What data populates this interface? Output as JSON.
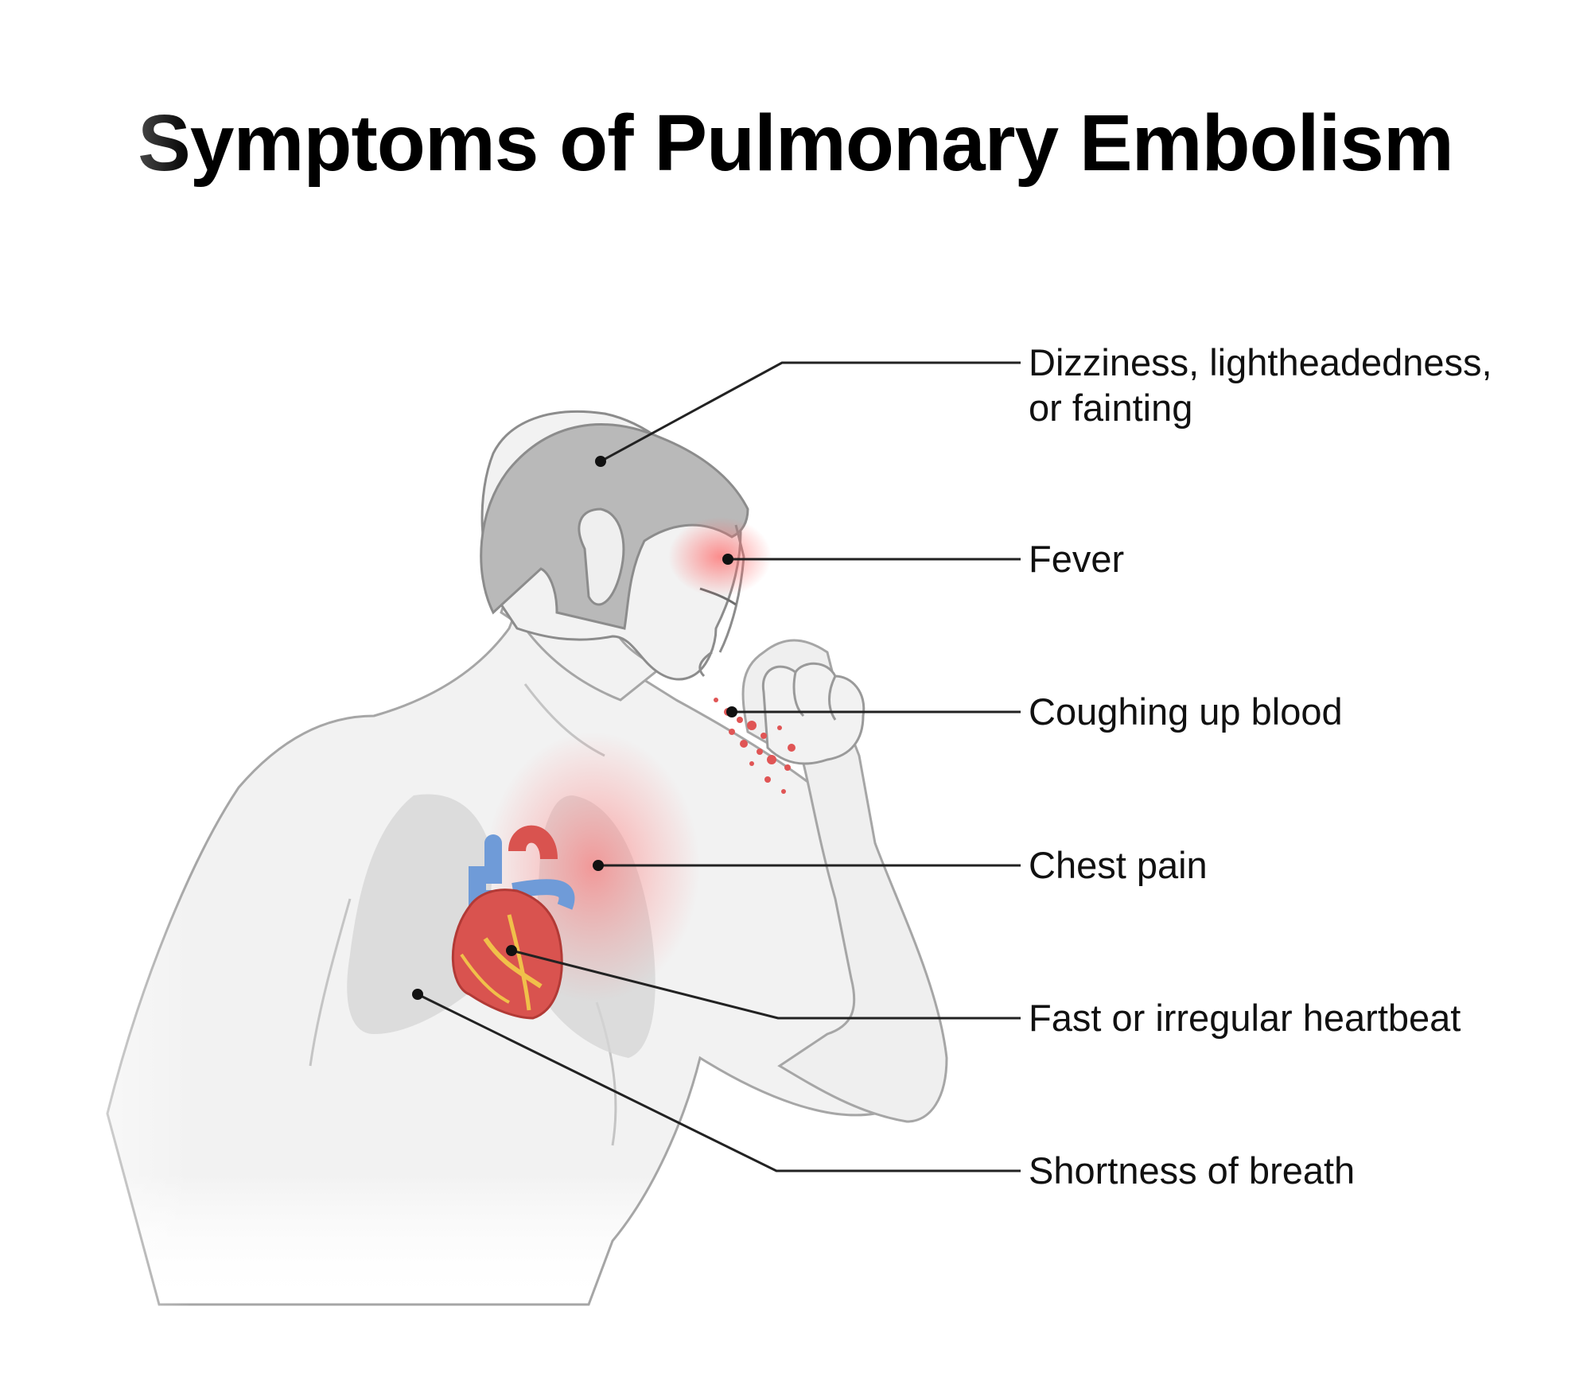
{
  "title": "Symptoms of Pulmonary Embolism",
  "labels": {
    "dizziness_line1": "Dizziness, lightheadedness,",
    "dizziness_line2": "or fainting",
    "fever": "Fever",
    "coughing": "Coughing up blood",
    "chest_pain": "Chest pain",
    "heartbeat": "Fast or irregular heartbeat",
    "breath": "Shortness of breath"
  },
  "colors": {
    "hair": "#b9b9b9",
    "skin": "#f2f2f2",
    "outline": "#8c8c8c",
    "lungs": "#d9d9d9",
    "heart_red": "#d9534f",
    "vessel_blue": "#6f9bd8",
    "inflammation": "#ff6b6b",
    "leader_line": "#222222"
  }
}
